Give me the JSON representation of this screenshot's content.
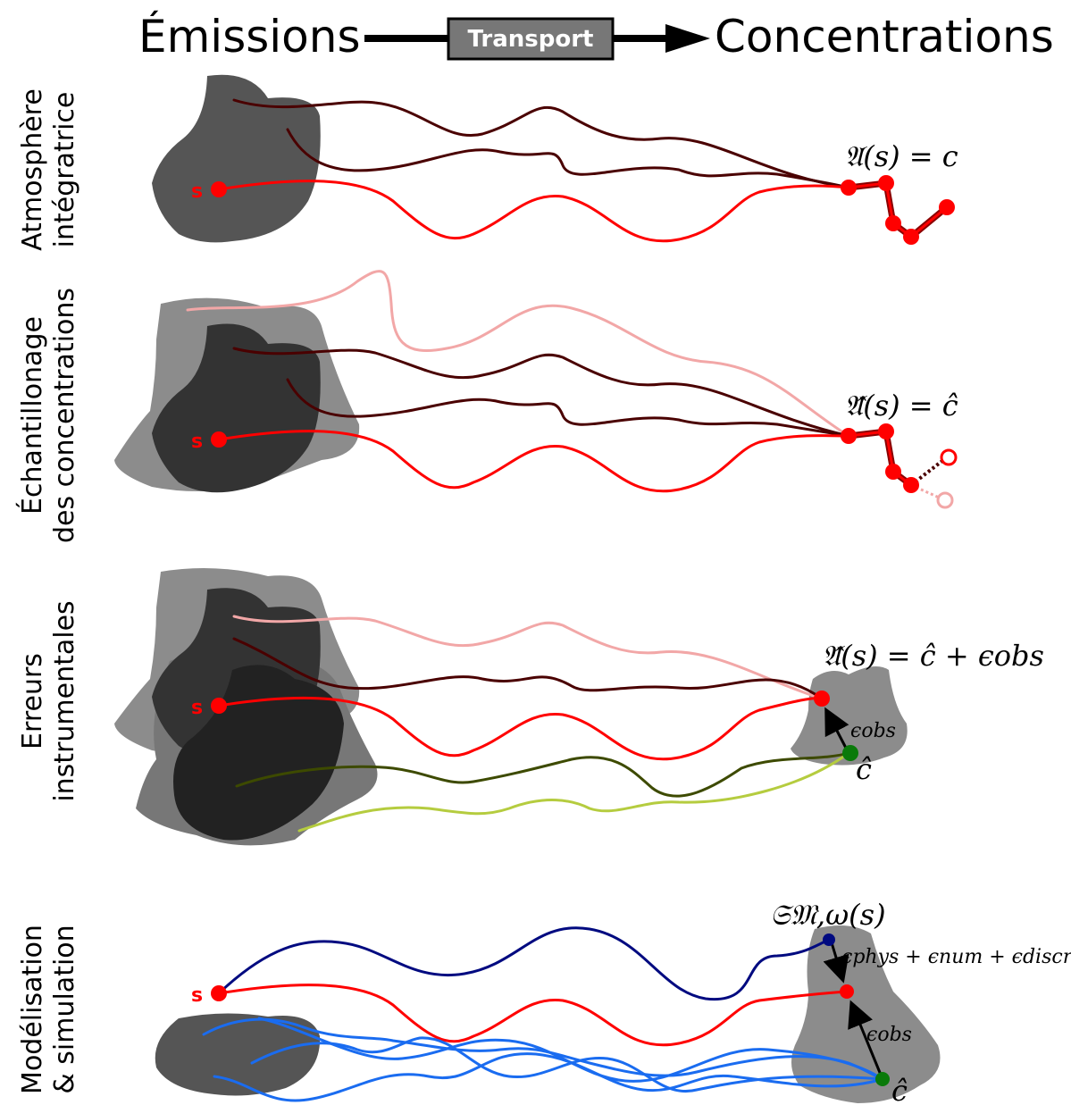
{
  "header": {
    "left": "Émissions",
    "middle": "Transport",
    "right": "Concentrations"
  },
  "rows": [
    {
      "line1": "Atmosphère",
      "line2": "intégratrice",
      "equation": "𝔄(s) = c",
      "source_label": "s"
    },
    {
      "line1": "Échantillonage",
      "line2": "des concentrations",
      "equation": "𝔄̂(s) = ĉ",
      "source_label": "s"
    },
    {
      "line1": "Erreurs",
      "line2": "instrumentales",
      "equation": "𝔄̂(s) = ĉ + ϵobs",
      "source_label": "s",
      "eps_obs": "ϵobs",
      "c_hat": "ĉ"
    },
    {
      "line1": "Modélisation",
      "line2": "& simulation",
      "equation": "𝔖𝔐,ω(s)",
      "source_label": "s",
      "eps_model": "ϵphys + ϵnum + ϵdiscr",
      "eps_obs": "ϵobs",
      "c_hat": "ĉ"
    }
  ],
  "colors": {
    "source": "#ff0000",
    "dark_red": "#4a0000",
    "pink": "#f2a7a7",
    "olive": "#3d4a00",
    "lime": "#b5cc3f",
    "navy": "#000a80",
    "blue": "#1a6cf0",
    "green": "#0a7a0a",
    "blob_dark": "#555555",
    "blob_light": "#8c8c8c"
  }
}
